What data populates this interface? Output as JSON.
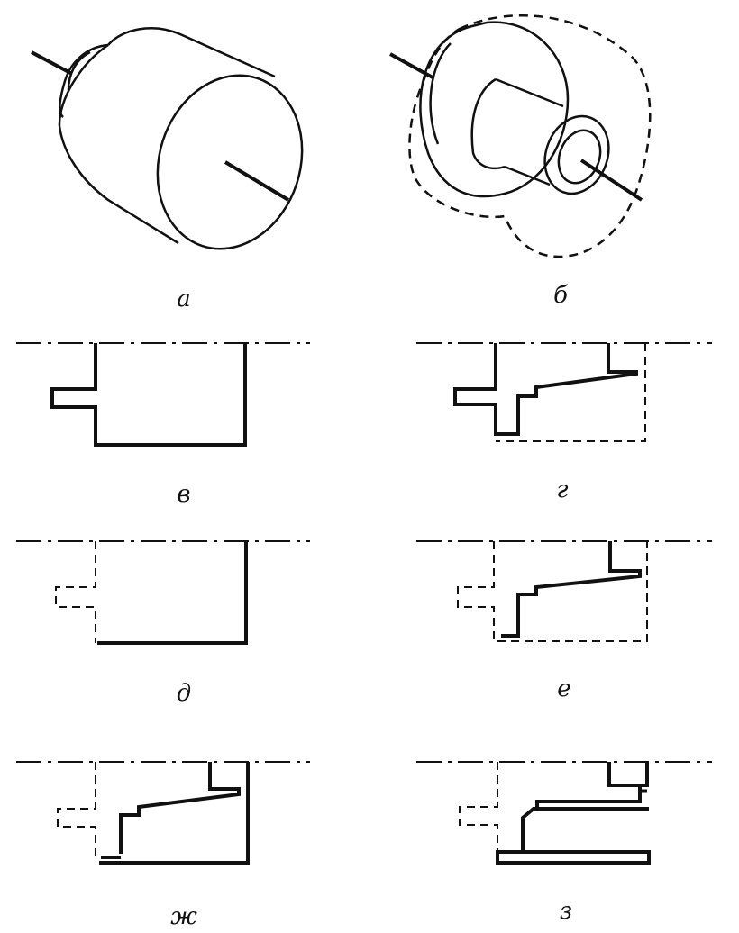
{
  "figure": {
    "labels": {
      "a": "а",
      "b": "б",
      "v": "в",
      "g": "г",
      "d": "д",
      "e": "е",
      "zh": "ж",
      "z": "з"
    }
  },
  "colors": {
    "ink": "#111111",
    "background": "#ffffff"
  }
}
